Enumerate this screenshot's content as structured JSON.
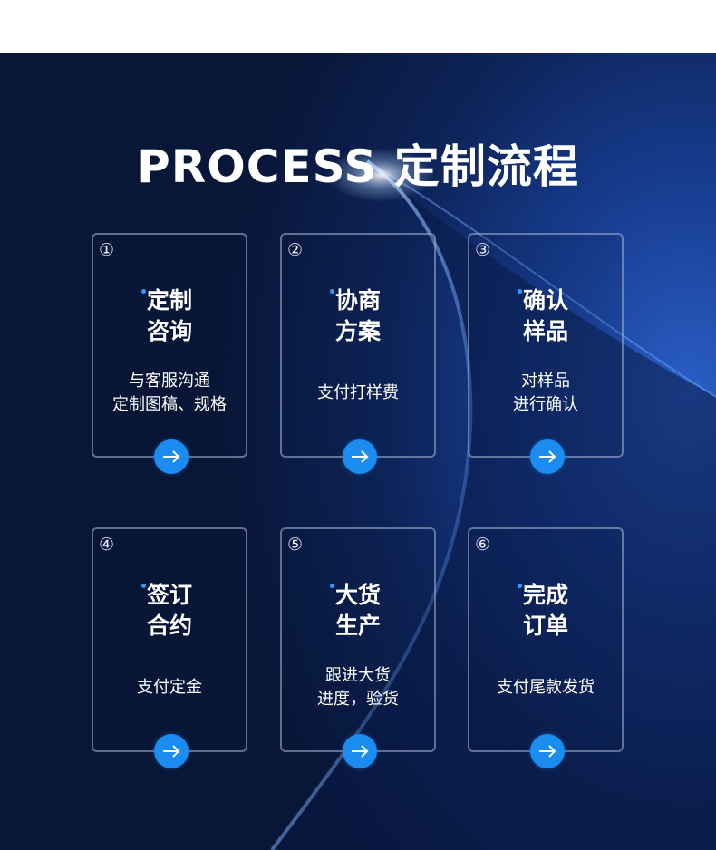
{
  "title": "PROCESS 定制流程",
  "steps": [
    {
      "num": "①",
      "head1": "定制",
      "head2": "咨询",
      "desc1": "与客服沟通",
      "desc2": "定制图稿、规格"
    },
    {
      "num": "②",
      "head1": "协商",
      "head2": "方案",
      "desc1": "支付打样费",
      "desc2": ""
    },
    {
      "num": "③",
      "head1": "确认",
      "head2": "样品",
      "desc1": "对样品",
      "desc2": "进行确认"
    },
    {
      "num": "④",
      "head1": "签订",
      "head2": "合约",
      "desc1": "支付定金",
      "desc2": ""
    },
    {
      "num": "⑤",
      "head1": "大货",
      "head2": "生产",
      "desc1": "跟进大货",
      "desc2": "进度，验货"
    },
    {
      "num": "⑥",
      "head1": "完成",
      "head2": "订单",
      "desc1": "支付尾款发货",
      "desc2": ""
    }
  ],
  "colors": {
    "accent": "#1b8cf0",
    "background": "#0d2459"
  },
  "icons": {
    "step_button": "arrow-right-icon"
  }
}
